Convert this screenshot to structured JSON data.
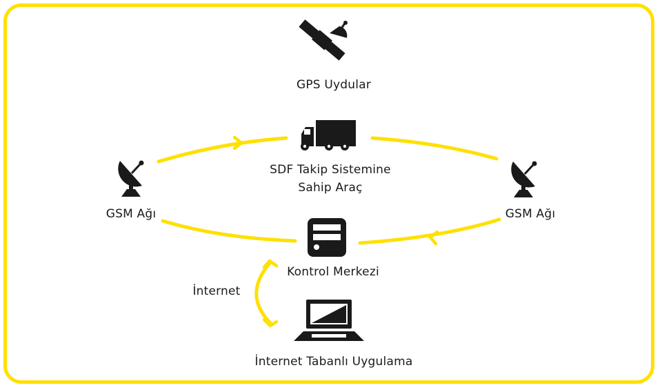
{
  "nodes": {
    "gps": {
      "label": "GPS Uydular",
      "icon": "satellite-icon"
    },
    "vehicle": {
      "label_line1": "SDF Takip Sistemine",
      "label_line2": "Sahip Araç",
      "icon": "truck-icon"
    },
    "gsm_left": {
      "label": "GSM Ağı",
      "icon": "satellite-dish-icon"
    },
    "gsm_right": {
      "label": "GSM Ağı",
      "icon": "satellite-dish-icon"
    },
    "control": {
      "label": "Kontrol Merkezi",
      "icon": "server-icon"
    },
    "laptop": {
      "label": "İnternet Tabanlı Uygulama",
      "icon": "laptop-icon"
    }
  },
  "connection": {
    "internet_label": "İnternet"
  },
  "colors": {
    "accent": "#FFE000",
    "icon": "#1a1a1a",
    "background": "#ffffff"
  }
}
